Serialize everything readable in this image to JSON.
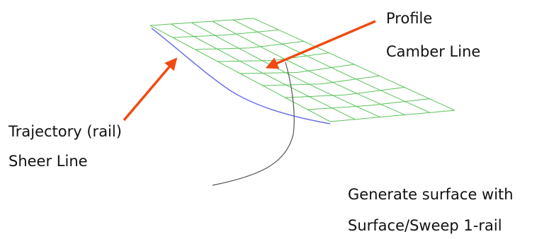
{
  "labels": {
    "profile": "Profile",
    "camber_line": "Camber Line",
    "trajectory": "Trajectory (rail)",
    "sheer_line": "Sheer Line",
    "generate": "Generate surface with",
    "command": "Surface/Sweep 1-rail"
  },
  "colors": {
    "mesh": "#5cc45c",
    "rail": "#6f74e8",
    "profile_curve": "#555555",
    "arrow": "#f04a12",
    "text": "#111111",
    "background": "#ffffff"
  }
}
